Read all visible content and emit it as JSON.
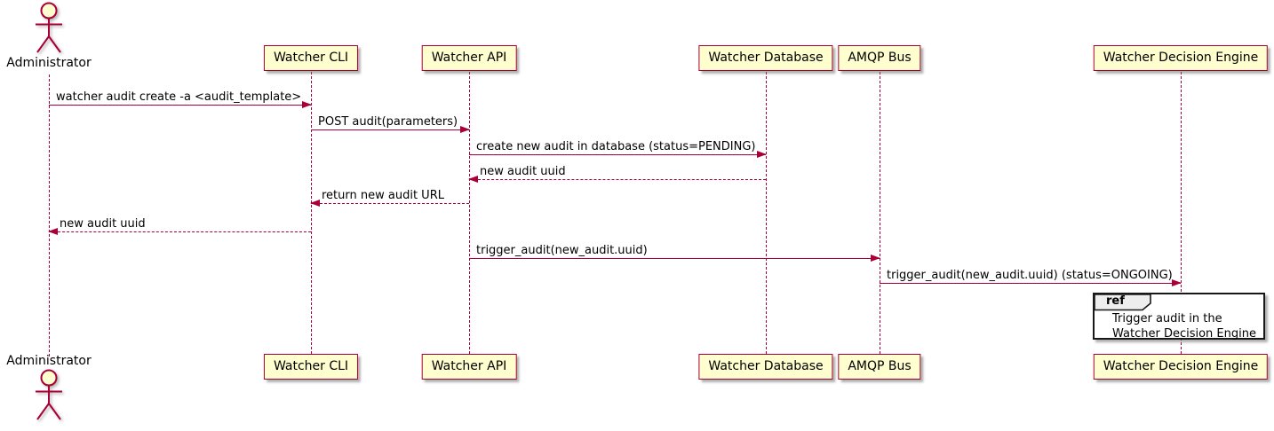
{
  "diagram": {
    "type": "uml-sequence",
    "participants": [
      {
        "id": "administrator",
        "label": "Administrator",
        "kind": "actor"
      },
      {
        "id": "watcher-cli",
        "label": "Watcher CLI",
        "kind": "participant"
      },
      {
        "id": "watcher-api",
        "label": "Watcher API",
        "kind": "participant"
      },
      {
        "id": "watcher-database",
        "label": "Watcher Database",
        "kind": "participant"
      },
      {
        "id": "amqp-bus",
        "label": "AMQP Bus",
        "kind": "participant"
      },
      {
        "id": "watcher-decision-engine",
        "label": "Watcher Decision Engine",
        "kind": "participant"
      }
    ],
    "messages": [
      {
        "from": "administrator",
        "to": "watcher-cli",
        "label": "watcher audit create -a <audit_template>",
        "line": "solid"
      },
      {
        "from": "watcher-cli",
        "to": "watcher-api",
        "label": "POST audit(parameters)",
        "line": "solid"
      },
      {
        "from": "watcher-api",
        "to": "watcher-database",
        "label": "create new audit in database (status=PENDING)",
        "line": "solid"
      },
      {
        "from": "watcher-database",
        "to": "watcher-api",
        "label": "new audit uuid",
        "line": "dashed"
      },
      {
        "from": "watcher-api",
        "to": "watcher-cli",
        "label": "return new audit URL",
        "line": "dashed"
      },
      {
        "from": "watcher-cli",
        "to": "administrator",
        "label": "new audit uuid",
        "line": "dashed"
      },
      {
        "from": "watcher-api",
        "to": "amqp-bus",
        "label": "trigger_audit(new_audit.uuid)",
        "line": "solid"
      },
      {
        "from": "amqp-bus",
        "to": "watcher-decision-engine",
        "label": "trigger_audit(new_audit.uuid) (status=ONGOING)",
        "line": "solid"
      }
    ],
    "ref": {
      "keyword": "ref",
      "over": "watcher-decision-engine",
      "lines": [
        "Trigger audit in the",
        "Watcher Decision Engine"
      ]
    },
    "colors": {
      "participant_fill": "#FEFECE",
      "border": "#A80036",
      "arrow": "#A80036",
      "lifeline": "#A80036",
      "ref_border": "#181818",
      "ref_tab_fill": "#EEEEEE",
      "background": "#FFFFFF",
      "text": "#000000"
    }
  }
}
